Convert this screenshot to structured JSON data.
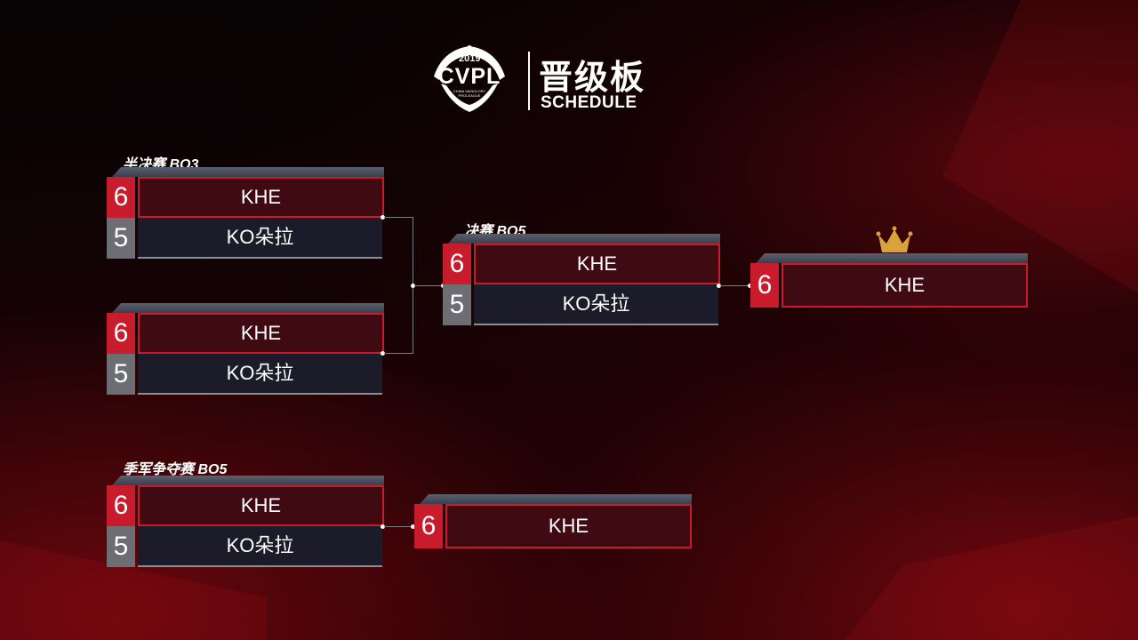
{
  "header": {
    "logo_year": "2019",
    "logo_text": "CVPL",
    "logo_sub": "CHINA VAINGLORY PROLEAGUE",
    "title_cn": "晋级板",
    "title_en": "SCHEDULE"
  },
  "colors": {
    "win": "#c81b2c",
    "lose": "#6d6e73",
    "win_bg": "#3f0a11",
    "lose_bg": "#1b1b2a"
  },
  "semifinal": {
    "label": "半决赛 BO3",
    "matches": [
      {
        "team1": "KHE",
        "score1": "6",
        "team2": "KO朵拉",
        "score2": "5"
      },
      {
        "team1": "KHE",
        "score1": "6",
        "team2": "KO朵拉",
        "score2": "5"
      }
    ]
  },
  "final": {
    "label": "决赛 BO5",
    "match": {
      "team1": "KHE",
      "score1": "6",
      "team2": "KO朵拉",
      "score2": "5"
    }
  },
  "champion": {
    "icon": "crown-icon",
    "team": "KHE",
    "score": "6"
  },
  "third_place": {
    "label": "季军争夺赛 BO5",
    "match": {
      "team1": "KHE",
      "score1": "6",
      "team2": "KO朵拉",
      "score2": "5"
    },
    "winner": {
      "team": "KHE",
      "score": "6"
    }
  }
}
